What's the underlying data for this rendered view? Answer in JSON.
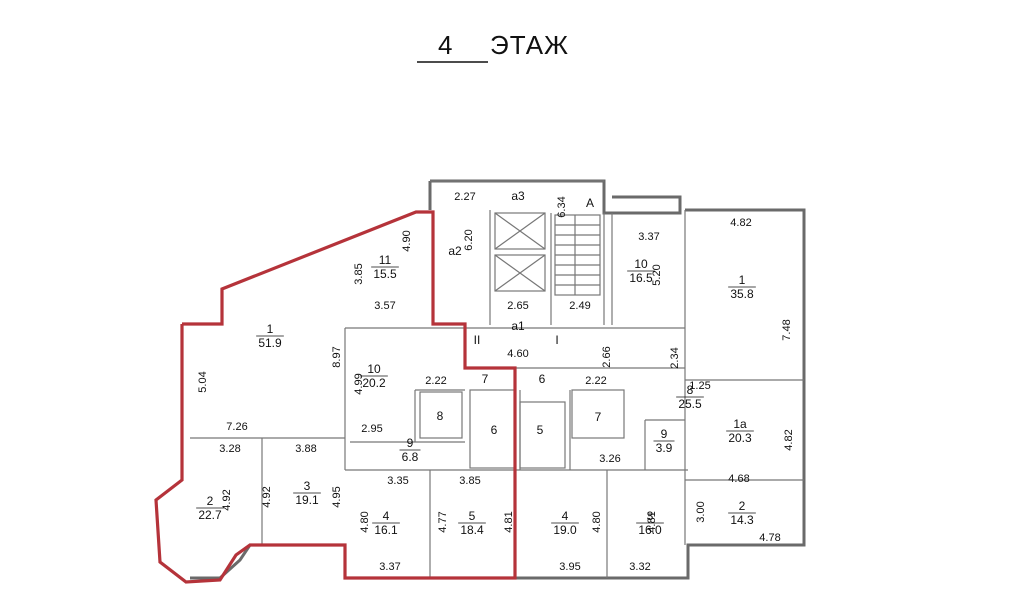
{
  "title": {
    "floor_number": "4",
    "floor_word": "ЭТАЖ"
  },
  "rooms": [
    {
      "id": "r1",
      "number": "1",
      "area": "51.9"
    },
    {
      "id": "r2",
      "number": "2",
      "area": "22.7"
    },
    {
      "id": "r3",
      "number": "3",
      "area": "19.1"
    },
    {
      "id": "r4",
      "number": "4",
      "area": "16.1"
    },
    {
      "id": "r5",
      "number": "5",
      "area": "18.4"
    },
    {
      "id": "r9",
      "number": "9",
      "area": "6.8"
    },
    {
      "id": "r10",
      "number": "10",
      "area": "20.2"
    },
    {
      "id": "r11",
      "number": "11",
      "area": "15.5"
    },
    {
      "id": "s1",
      "number": "1",
      "area": "35.8"
    },
    {
      "id": "s1a",
      "number": "1а",
      "area": "20.3"
    },
    {
      "id": "s2",
      "number": "2",
      "area": "14.3"
    },
    {
      "id": "s3",
      "number": "3",
      "area": "16.0"
    },
    {
      "id": "s4",
      "number": "4",
      "area": "19.0"
    },
    {
      "id": "s8",
      "number": "8",
      "area": "25.5"
    },
    {
      "id": "s9",
      "number": "9",
      "area": "3.9"
    },
    {
      "id": "s10",
      "number": "10",
      "area": "16.5"
    }
  ],
  "labels": {
    "a1": "а1",
    "a2": "а2",
    "a3": "а3",
    "A": "А",
    "I": "I",
    "II": "II",
    "b5": "5",
    "b6a": "6",
    "b7a": "7",
    "b6b": "6",
    "b7b": "7",
    "b8": "8",
    "b7c": "7"
  },
  "dimensions": [
    "7.26",
    "3.28",
    "3.88",
    "4.92",
    "4.92",
    "4.95",
    "5.04",
    "8.97",
    "4.99",
    "2.95",
    "3.85",
    "3.57",
    "4.90",
    "2.22",
    "3.35",
    "3.85",
    "4.80",
    "4.77",
    "4.81",
    "3.37",
    "2.27",
    "6.20",
    "6.34",
    "2.65",
    "2.49",
    "4.60",
    "2.22",
    "2.66",
    "2.34",
    "3.37",
    "5.20",
    "4.82",
    "7.48",
    "1.25",
    "4.82",
    "3.26",
    "4.68",
    "3.00",
    "4.78",
    "3.95",
    "4.80",
    "3.32",
    "4.81"
  ]
}
